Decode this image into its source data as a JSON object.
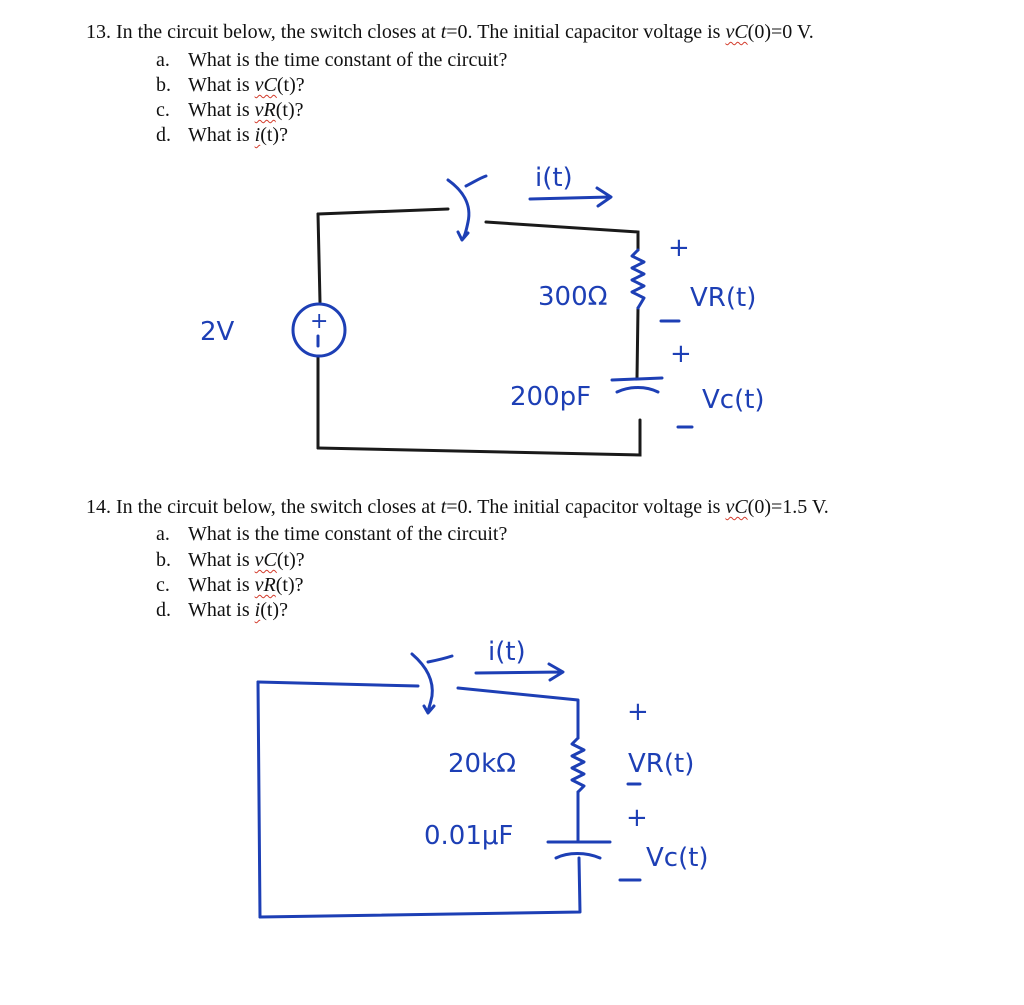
{
  "problem_13": {
    "number": "13.",
    "stem_prefix": "In the circuit below, the switch closes at ",
    "t_var": "t",
    "stem_mid": "=0. The initial capacitor voltage is ",
    "vc0_var": "vC",
    "stem_suffix": "(0)=0 V.",
    "questions": [
      {
        "letter": "a.",
        "text": "What is the time constant of the circuit?"
      },
      {
        "letter": "b.",
        "prefix": "What is ",
        "var": "vC",
        "suffix": "(t)?"
      },
      {
        "letter": "c.",
        "prefix": "What is ",
        "var": "vR",
        "suffix": "(t)?"
      },
      {
        "letter": "d.",
        "prefix": "What is ",
        "var": "i",
        "suffix": "(t)?"
      }
    ],
    "circuit": {
      "source_label": "2V",
      "current_label": "i(t)",
      "resistor_label": "300Ω",
      "capacitor_label": "200pF",
      "vr_label": "VR(t)",
      "vc_label": "Vc(t)",
      "plus": "+",
      "minus": "–"
    }
  },
  "problem_14": {
    "number": "14.",
    "stem_prefix": "In the circuit below, the switch closes at ",
    "t_var": "t",
    "stem_mid": "=0. The initial capacitor voltage is ",
    "vc0_var": "vC",
    "stem_suffix": "(0)=1.5 V.",
    "questions": [
      {
        "letter": "a.",
        "text": "What is the time constant of the circuit?"
      },
      {
        "letter": "b.",
        "prefix": "What is ",
        "var": "vC",
        "suffix": "(t)?"
      },
      {
        "letter": "c.",
        "prefix": "What is ",
        "var": "vR",
        "suffix": "(t)?"
      },
      {
        "letter": "d.",
        "prefix": "What is ",
        "var": "i",
        "suffix": "(t)?"
      }
    ],
    "circuit": {
      "current_label": "i(t)",
      "resistor_label": "20kΩ",
      "capacitor_label": "0.01μF",
      "vr_label": "VR(t)",
      "vc_label": "Vc(t)",
      "plus": "+",
      "minus": "–"
    }
  }
}
